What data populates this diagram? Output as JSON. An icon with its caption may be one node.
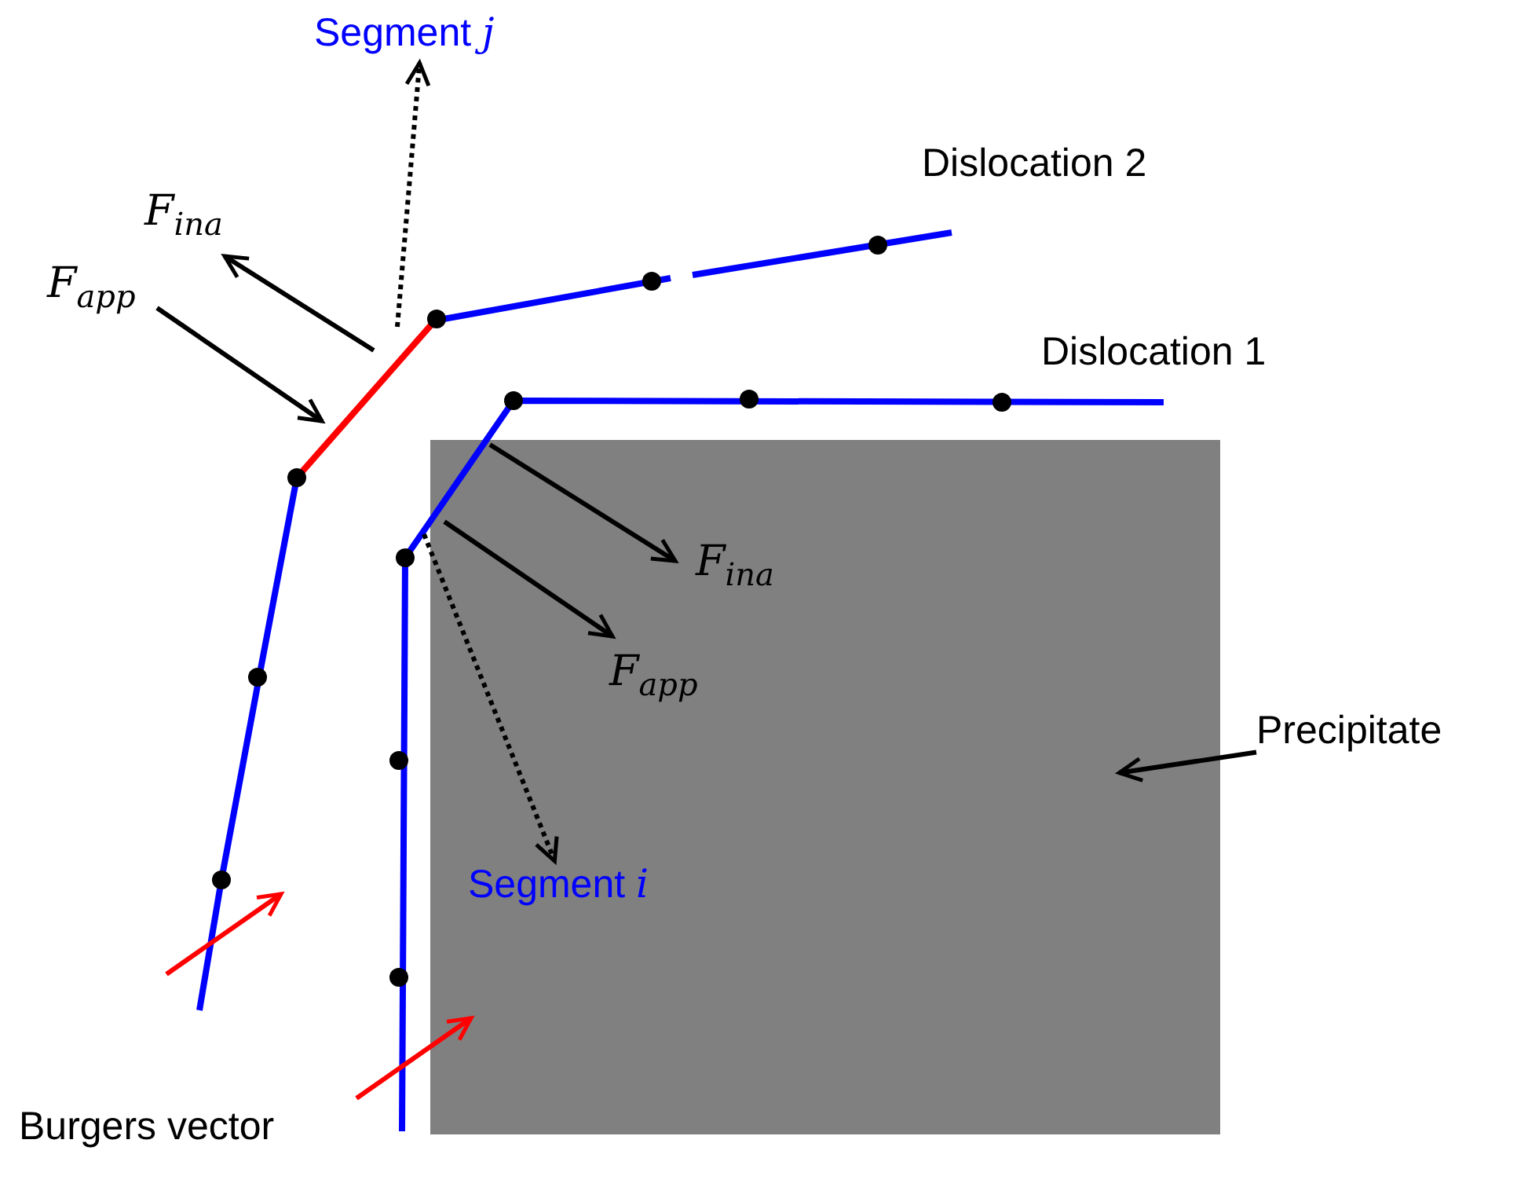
{
  "diagram": {
    "nodes": [
      {
        "text": [
          "Segment *j*"
        ]
      },
      {
        "text": [],
        "shape": "box"
      },
      {
        "text": [
          "Segment *i*"
        ],
        "in": 1
      },
      {
        "text": [
          "Precipitate"
        ]
      }
    ],
    "edges": [
      {
        "from": null,
        "to": 0,
        "arrow": "to",
        "style": "dashed"
      },
      {
        "from": null,
        "to": 2,
        "arrow": "to",
        "style": "dashed"
      },
      {
        "from": 3,
        "to": 1,
        "arrow": "to"
      }
    ],
    "labels": [
      "F$_{ina}$",
      "F$_{app}$",
      "Dislocation 2",
      "Dislocation 1",
      "F$_{ina}$",
      "F$_{app}$",
      "Burgers vector"
    ]
  }
}
